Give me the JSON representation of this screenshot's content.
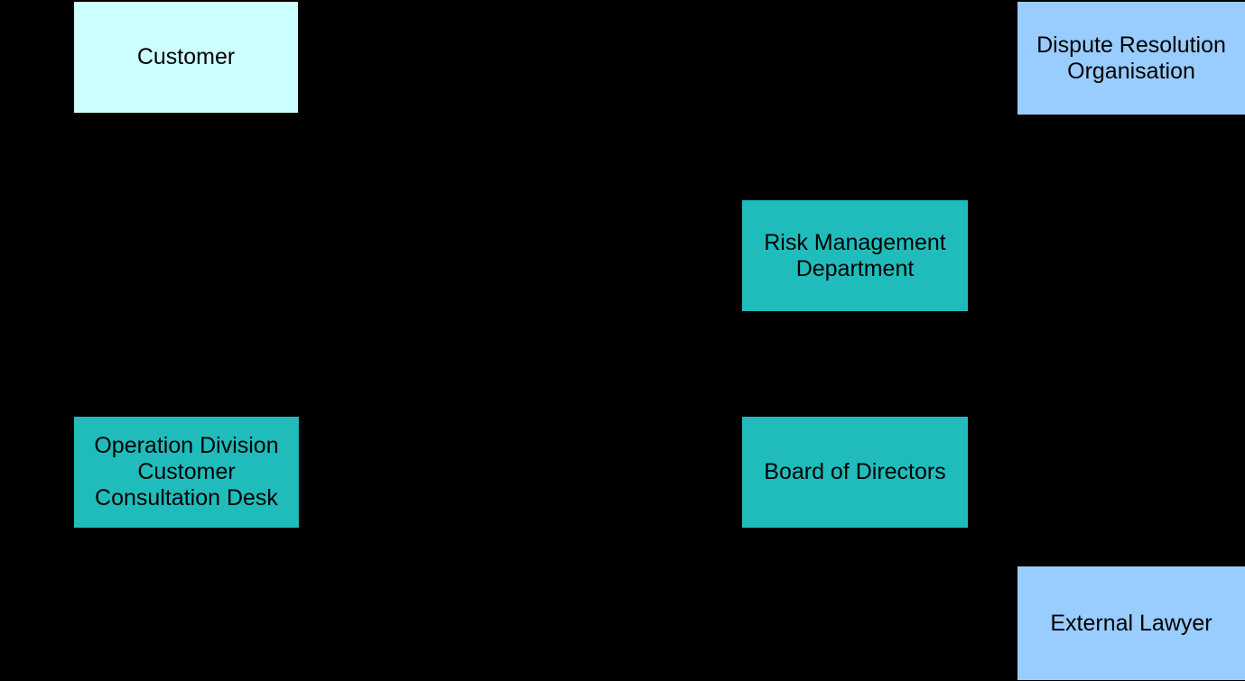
{
  "diagram": {
    "background_color": "#000000",
    "text_color": "#000000",
    "palette": {
      "light_cyan": "#CCFFFF",
      "light_blue": "#99CCFF",
      "teal": "#20BCBC"
    },
    "nodes": [
      {
        "id": "customer",
        "label": "Customer",
        "color": "#CCFFFF"
      },
      {
        "id": "dispute-resolution-organisation",
        "label": "Dispute Resolution Organisation",
        "color": "#99CCFF"
      },
      {
        "id": "risk-management-department",
        "label": "Risk Management Department",
        "color": "#20BCBC"
      },
      {
        "id": "operation-division-customer-consultation-desk",
        "label": "Operation Division Customer Consultation Desk",
        "color": "#20BCBC"
      },
      {
        "id": "board-of-directors",
        "label": "Board of Directors",
        "color": "#20BCBC"
      },
      {
        "id": "external-lawyer",
        "label": "External Lawyer",
        "color": "#99CCFF"
      }
    ]
  }
}
